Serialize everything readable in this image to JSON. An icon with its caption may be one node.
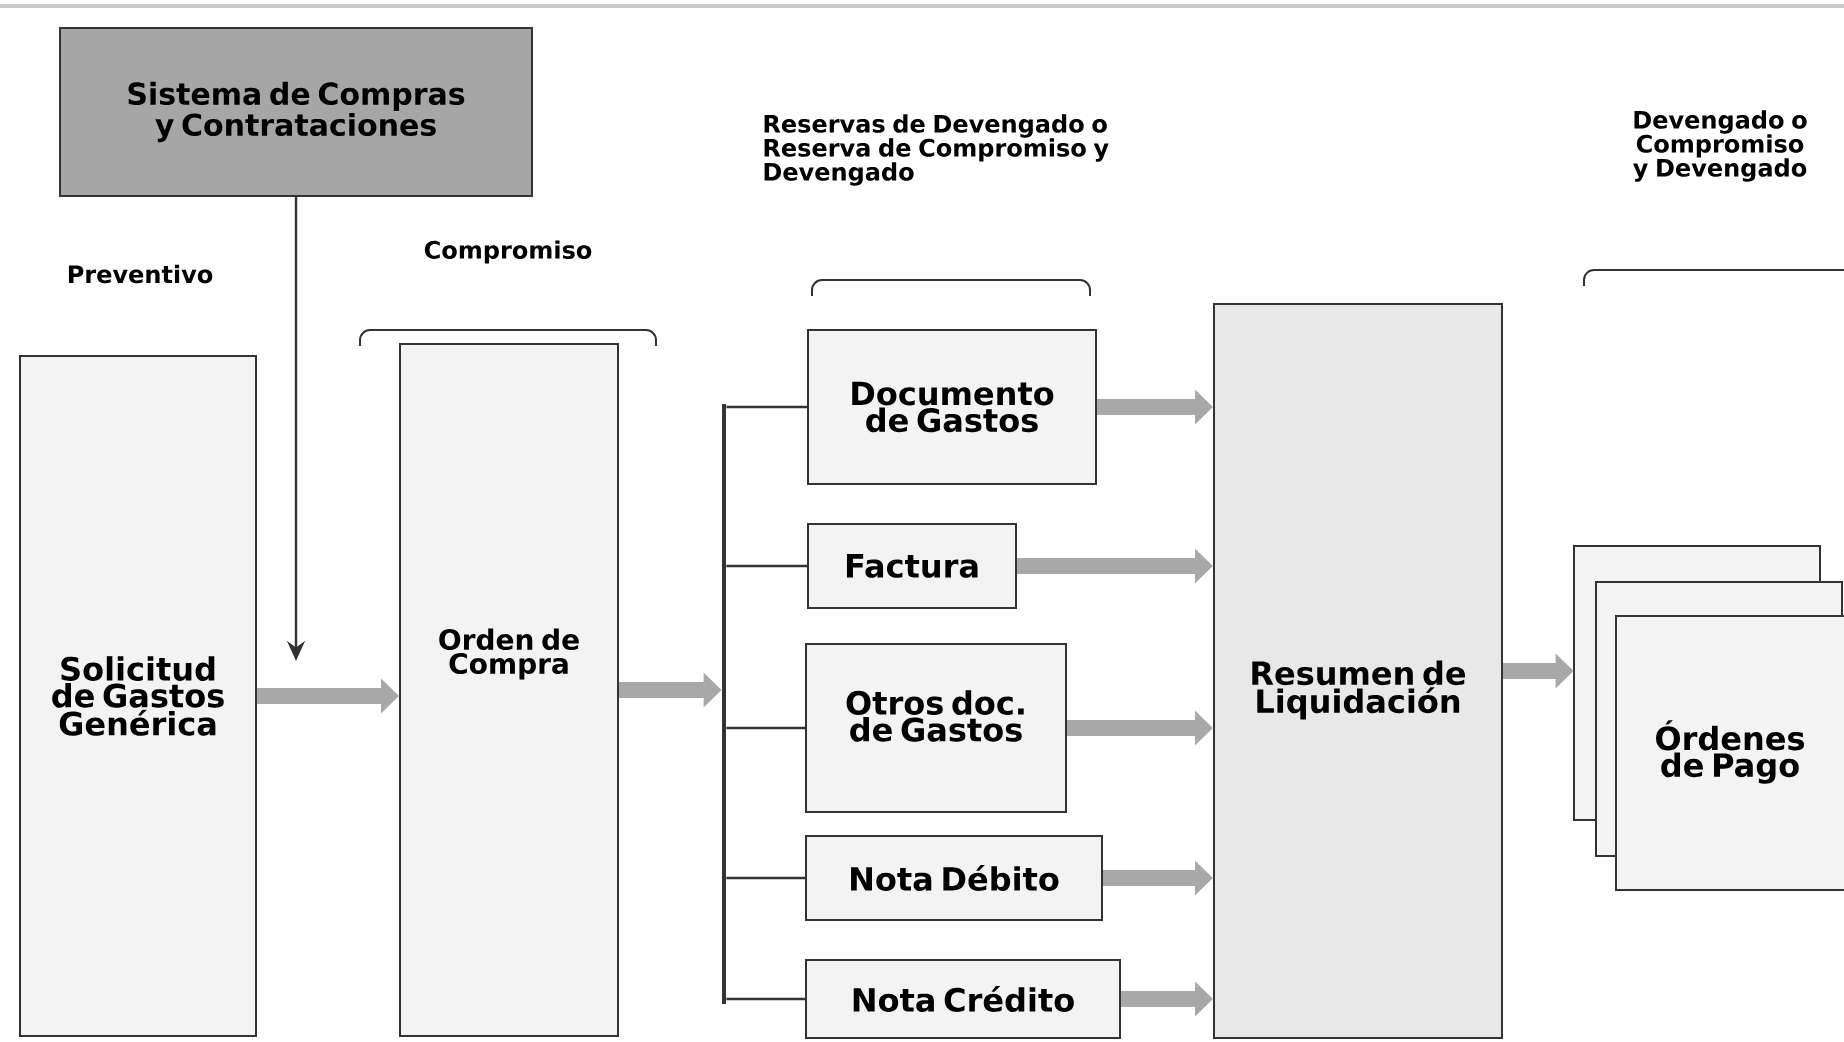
{
  "diagram": {
    "nodes": [
      {
        "text": [
          "Sistema de Compras y Contrataciones"
        ]
      },
      {
        "text": [
          "Solicitud de Gastos Genérica"
        ]
      },
      {
        "text": [
          "Orden de Compra"
        ]
      },
      {
        "text": [],
        "shape": "bar"
      },
      {
        "text": [
          "Documento de Gastos"
        ]
      },
      {
        "text": [
          "Factura"
        ]
      },
      {
        "text": [
          "Otros doc. de Gastos"
        ]
      },
      {
        "text": [
          "Nota Débito"
        ]
      },
      {
        "text": [
          "Nota Crédito"
        ]
      },
      {
        "text": [
          "Resumen de Liquidación"
        ]
      },
      {
        "text": [
          "Órdenes de Pago"
        ]
      }
    ],
    "edges": [
      {
        "from": 0,
        "to": null,
        "arrow": "to",
        "color": "#333333"
      },
      {
        "from": 1,
        "to": 2,
        "arrow": "to"
      },
      {
        "from": 2,
        "to": 3,
        "arrow": "to"
      },
      {
        "from": 3,
        "to": 4,
        "arrow": "none",
        "color": "#333333"
      },
      {
        "from": 3,
        "to": 5,
        "arrow": "none",
        "color": "#333333"
      },
      {
        "from": 3,
        "to": 6,
        "arrow": "none",
        "color": "#333333"
      },
      {
        "from": 3,
        "to": 7,
        "arrow": "none",
        "color": "#333333"
      },
      {
        "from": 3,
        "to": 8,
        "arrow": "none",
        "color": "#333333"
      },
      {
        "from": 4,
        "to": 9,
        "arrow": "to"
      },
      {
        "from": 5,
        "to": 9,
        "arrow": "to"
      },
      {
        "from": 6,
        "to": 9,
        "arrow": "to"
      },
      {
        "from": 7,
        "to": 9,
        "arrow": "to"
      },
      {
        "from": 8,
        "to": 9,
        "arrow": "to"
      },
      {
        "from": 9,
        "to": 10,
        "arrow": "to"
      }
    ],
    "labels": [
      "Preventivo",
      "Compromiso",
      "Reservas de Devengado o Reserva de Compromiso y Devengado",
      "Devengado o Compromiso y Devengado"
    ]
  }
}
